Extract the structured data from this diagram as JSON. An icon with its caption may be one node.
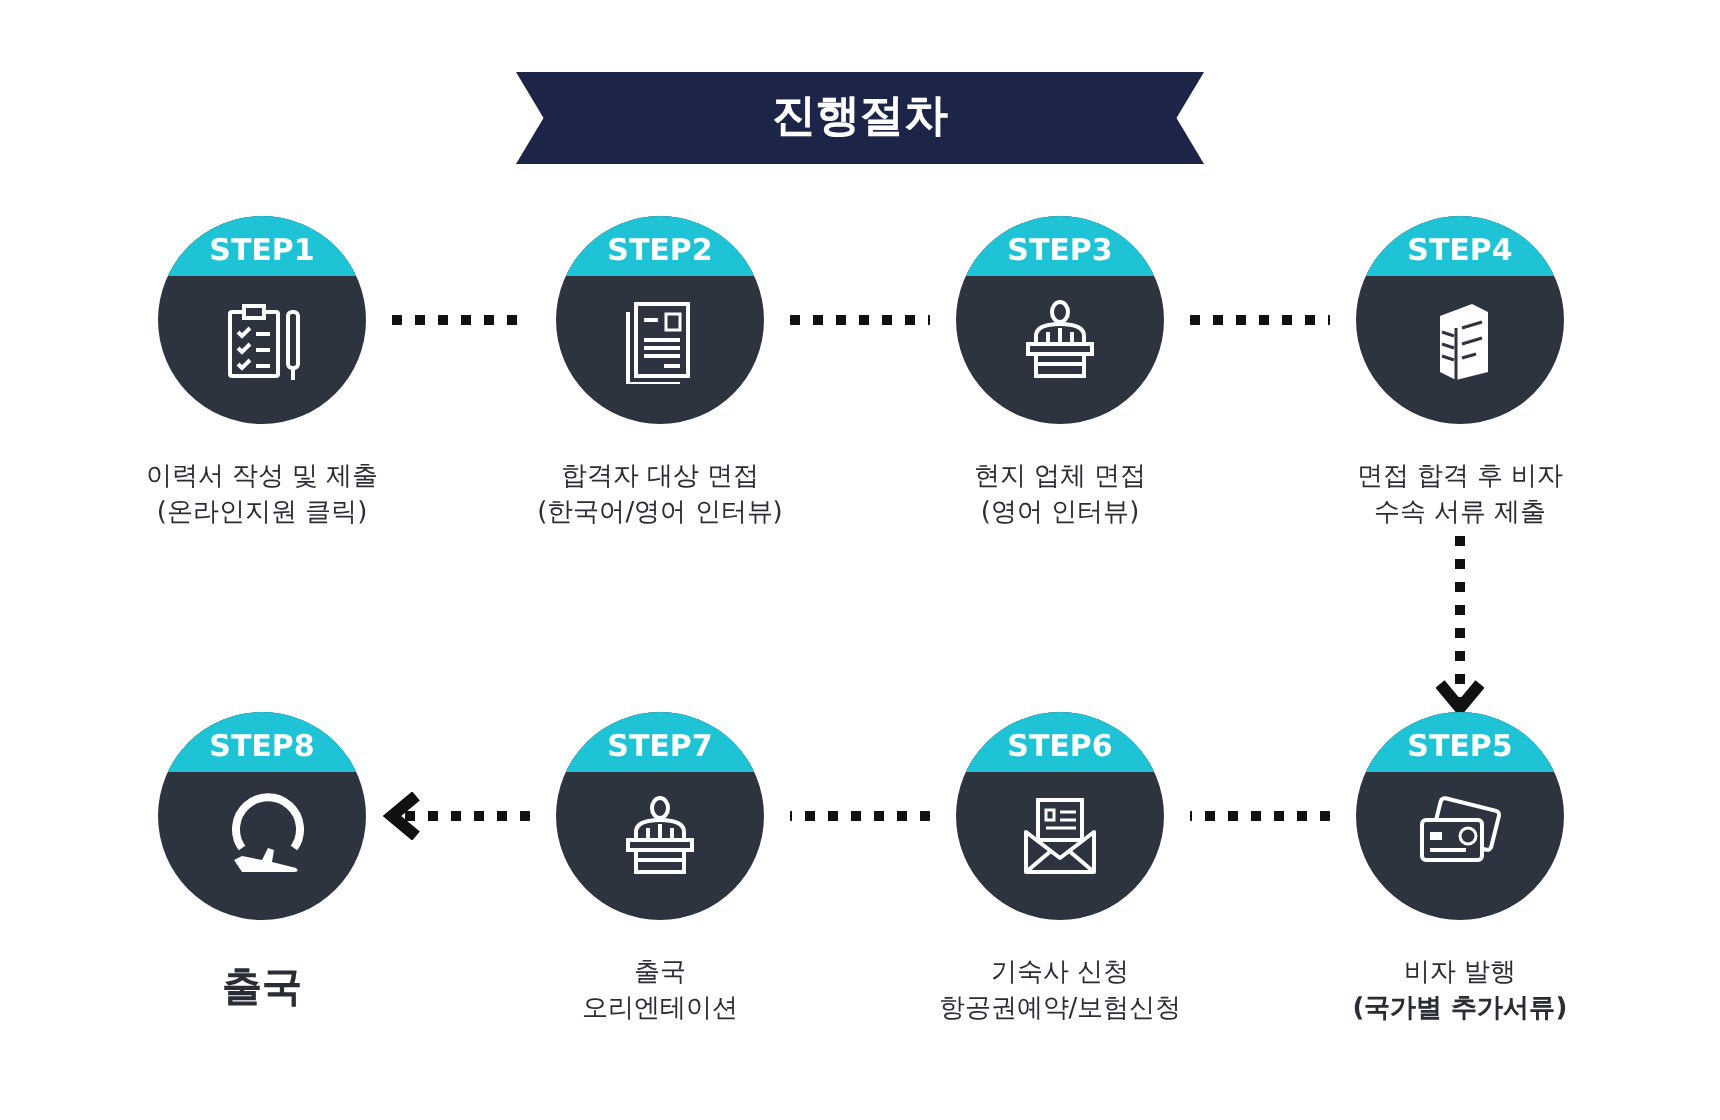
{
  "diagram": {
    "title": "진행절차",
    "nodes": [
      {
        "text": [
          "STEP1"
        ],
        "beside": [
          "이력서 작성 및 제출 (온라인지원 클릭)"
        ]
      },
      {
        "text": [
          "STEP2"
        ],
        "beside": [
          "합격자 대상 면접 (한국어/영어 인터뷰)"
        ]
      },
      {
        "text": [
          "STEP3"
        ],
        "beside": [
          "현지 업체 면접 (영어 인터뷰)"
        ]
      },
      {
        "text": [
          "STEP4"
        ],
        "beside": [
          "면접 합격 후 비자 수속 서류 제출"
        ]
      },
      {
        "text": [
          "STEP5"
        ],
        "beside": [
          "비자 발행 **(국가별 추가서류)**"
        ]
      },
      {
        "text": [
          "STEP6"
        ],
        "beside": [
          "기숙사 신청 항공권예약/보험신청"
        ]
      },
      {
        "text": [
          "STEP7"
        ],
        "beside": [
          "출국 오리엔테이션"
        ]
      },
      {
        "text": [
          "STEP8"
        ],
        "beside": [
          "출국"
        ]
      }
    ],
    "edges": [
      {
        "from": 0,
        "to": 1,
        "arrow": "none"
      },
      {
        "from": 1,
        "to": 2,
        "arrow": "none"
      },
      {
        "from": 2,
        "to": 3,
        "arrow": "none"
      },
      {
        "from": 3,
        "to": 4,
        "arrow": "to"
      },
      {
        "from": 4,
        "to": 5,
        "arrow": "none"
      },
      {
        "from": 5,
        "to": 6,
        "arrow": "none"
      },
      {
        "from": 6,
        "to": 7,
        "arrow": "to"
      }
    ]
  }
}
